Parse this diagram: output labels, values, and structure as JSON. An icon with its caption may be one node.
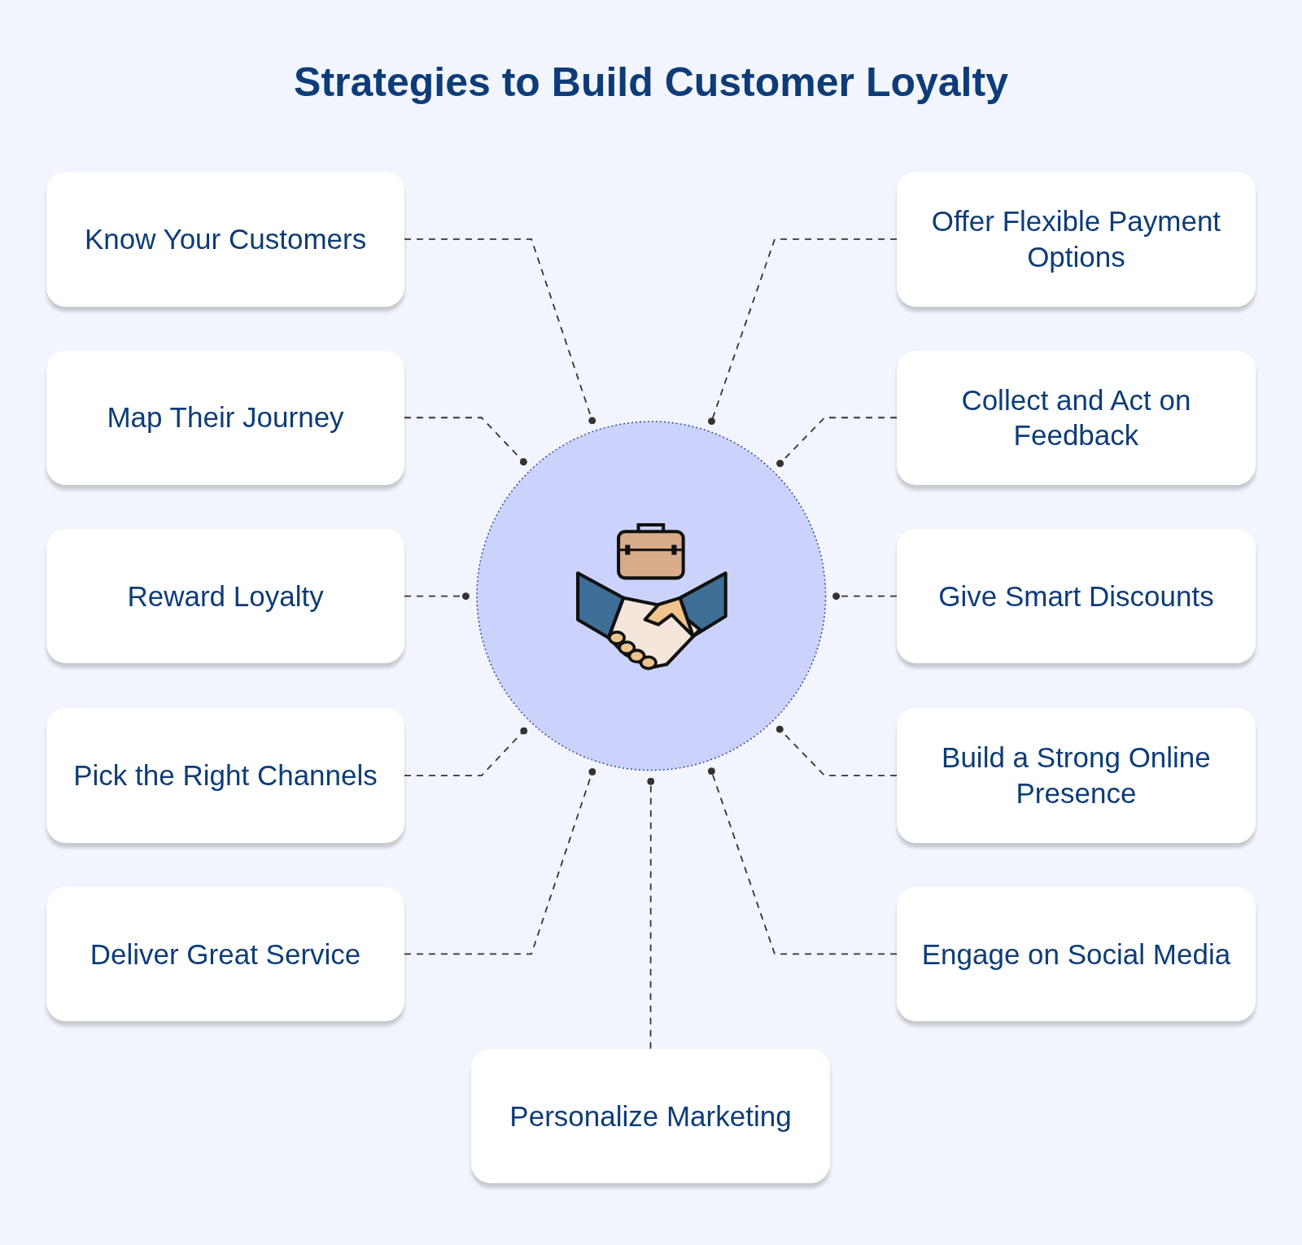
{
  "diagram": {
    "title": "Strategies to Build Customer Loyalty",
    "nodes": [
      {
        "text": [],
        "shape": "circle"
      },
      {
        "text": [
          "Know Your Customers"
        ]
      },
      {
        "text": [
          "Offer Flexible Payment Options"
        ]
      },
      {
        "text": [
          "Map Their Journey"
        ]
      },
      {
        "text": [
          "Collect and Act on Feedback"
        ]
      },
      {
        "text": [
          "Reward Loyalty"
        ]
      },
      {
        "text": [
          "Give Smart Discounts"
        ]
      },
      {
        "text": [
          "Pick the Right Channels"
        ]
      },
      {
        "text": [
          "Build a Strong Online Presence"
        ]
      },
      {
        "text": [
          "Deliver Great Service"
        ]
      },
      {
        "text": [
          "Engage on Social Media"
        ]
      },
      {
        "text": [
          "Personalize Marketing"
        ]
      }
    ],
    "edges": [
      {
        "from": 1,
        "to": 0,
        "arrow": "other"
      },
      {
        "from": 2,
        "to": 0,
        "arrow": "other"
      },
      {
        "from": 3,
        "to": 0,
        "arrow": "other"
      },
      {
        "from": 4,
        "to": 0,
        "arrow": "other"
      },
      {
        "from": 5,
        "to": 0,
        "arrow": "other"
      },
      {
        "from": 6,
        "to": 0,
        "arrow": "other"
      },
      {
        "from": 7,
        "to": 0,
        "arrow": "other"
      },
      {
        "from": 8,
        "to": 0,
        "arrow": "other"
      },
      {
        "from": 9,
        "to": 0,
        "arrow": "other"
      },
      {
        "from": 10,
        "to": 0,
        "arrow": "other"
      },
      {
        "from": 11,
        "to": 0,
        "arrow": "other"
      }
    ]
  }
}
